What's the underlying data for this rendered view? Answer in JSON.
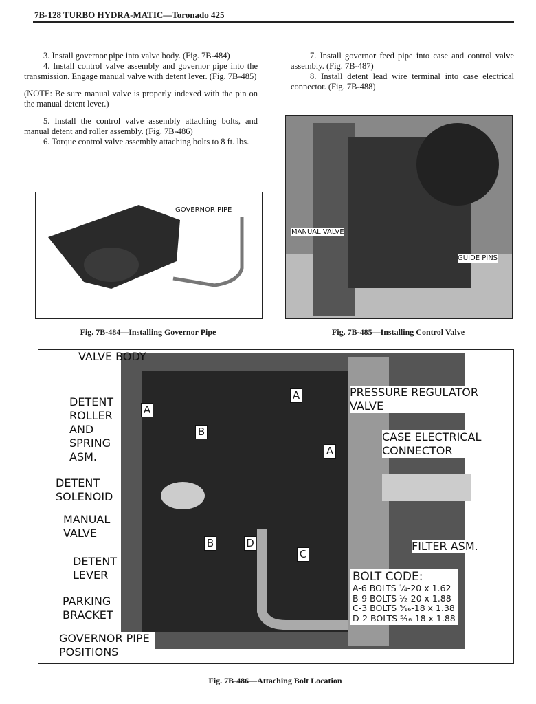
{
  "header": {
    "title": "7B-128  TURBO HYDRA-MATIC—Toronado 425"
  },
  "left_column": [
    "3. Install governor pipe into valve body. (Fig. 7B-484)",
    "4. Install control valve assembly and governor pipe into the transmission. Engage manual valve with detent lever. (Fig. 7B-485)",
    "(NOTE: Be sure manual valve is properly indexed with the pin on the manual detent lever.)",
    "5. Install the control valve assembly attaching bolts, and manual detent and roller assembly. (Fig. 7B-486)",
    "6. Torque control valve assembly attaching bolts to 8 ft. lbs."
  ],
  "right_column": [
    "7. Install governor feed pipe into case and control valve assembly. (Fig. 7B-487)",
    "8. Install detent lead wire terminal into case electrical connector. (Fig. 7B-488)"
  ],
  "fig484": {
    "caption": "Fig. 7B-484—Installing Governor Pipe",
    "label": "GOVERNOR PIPE"
  },
  "fig485": {
    "caption": "Fig. 7B-485—Installing Control Valve",
    "labels": {
      "manual_valve": "MANUAL VALVE",
      "guide_pins": "GUIDE PINS"
    }
  },
  "fig486": {
    "caption": "Fig. 7B-486—Attaching Bolt Location",
    "labels": {
      "valve_body": "VALVE BODY",
      "detent_roller": "DETENT ROLLER AND SPRING ASM.",
      "detent_solenoid": "DETENT SOLENOID",
      "manual_valve": "MANUAL VALVE",
      "detent_lever": "DETENT LEVER",
      "parking_bracket": "PARKING BRACKET",
      "governor_pipe": "GOVERNOR PIPE POSITIONS",
      "pressure_regulator": "PRESSURE REGULATOR VALVE",
      "case_connector": "CASE ELECTRICAL CONNECTOR",
      "filter": "FILTER ASM."
    },
    "codes": [
      "A",
      "A",
      "A",
      "B",
      "B",
      "C",
      "D"
    ],
    "bolt_code": {
      "title": "BOLT CODE:",
      "rows": [
        "A-6 BOLTS ¼-20 x 1.62",
        "B-9 BOLTS ½-20 x 1.88",
        "C-3 BOLTS ⁵⁄₁₆-18 x 1.38",
        "D-2 BOLTS ⁵⁄₁₆-18 x 1.88"
      ]
    }
  }
}
